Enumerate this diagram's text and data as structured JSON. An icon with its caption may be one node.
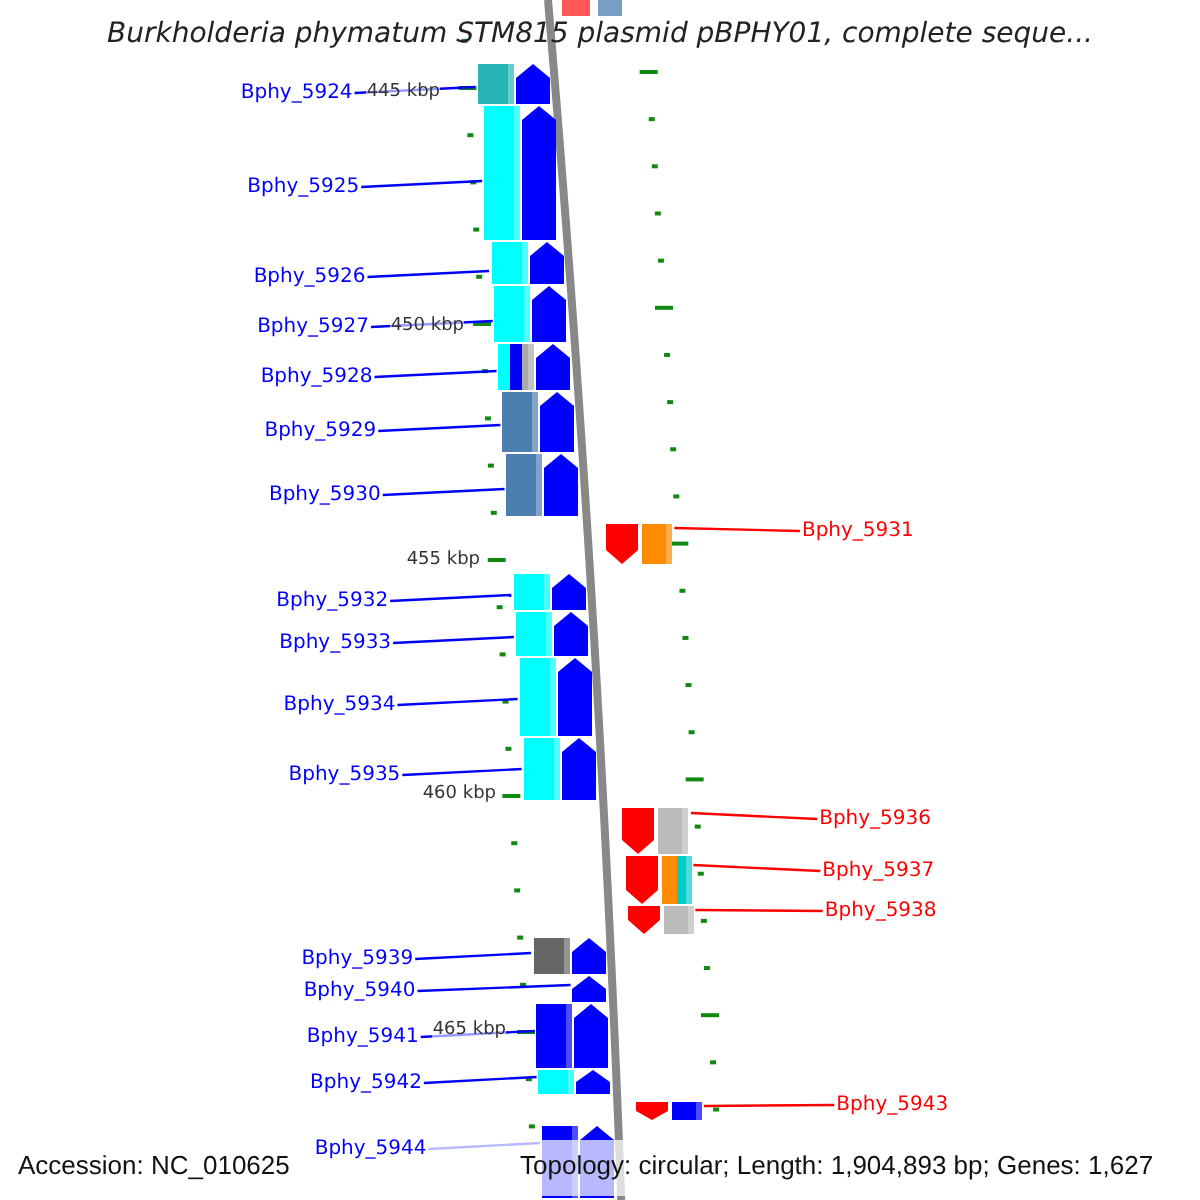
{
  "diagram": {
    "title": "Burkholderia phymatum STM815 plasmid pBPHY01, complete seque...",
    "nodes": [
      {
        "text": [
          "Bphy_5924"
        ]
      },
      {
        "text": [],
        "shape": "bar"
      },
      {
        "text": [
          "Bphy_5925"
        ]
      },
      {
        "text": [],
        "shape": "bar"
      },
      {
        "text": [
          "Bphy_5926"
        ]
      },
      {
        "text": [],
        "shape": "bar"
      },
      {
        "text": [
          "Bphy_5927"
        ]
      },
      {
        "text": [],
        "shape": "bar"
      },
      {
        "text": [
          "Bphy_5928"
        ]
      },
      {
        "text": [],
        "shape": "bar"
      },
      {
        "text": [
          "Bphy_5929"
        ]
      },
      {
        "text": [],
        "shape": "bar"
      },
      {
        "text": [
          "Bphy_5930"
        ]
      },
      {
        "text": [],
        "shape": "bar"
      },
      {
        "text": [
          "Bphy_5931"
        ]
      },
      {
        "text": [],
        "shape": "bar"
      },
      {
        "text": [
          "Bphy_5932"
        ]
      },
      {
        "text": [],
        "shape": "bar"
      },
      {
        "text": [
          "Bphy_5933"
        ]
      },
      {
        "text": [],
        "shape": "bar"
      },
      {
        "text": [
          "Bphy_5934"
        ]
      },
      {
        "text": [],
        "shape": "bar"
      },
      {
        "text": [
          "Bphy_5935"
        ]
      },
      {
        "text": [],
        "shape": "bar"
      },
      {
        "text": [
          "Bphy_5936"
        ]
      },
      {
        "text": [],
        "shape": "bar"
      },
      {
        "text": [
          "Bphy_5937"
        ]
      },
      {
        "text": [],
        "shape": "bar"
      },
      {
        "text": [
          "Bphy_5938"
        ]
      },
      {
        "text": [],
        "shape": "bar"
      },
      {
        "text": [
          "Bphy_5939"
        ]
      },
      {
        "text": [],
        "shape": "bar"
      },
      {
        "text": [
          "Bphy_5940"
        ]
      },
      {
        "text": [],
        "shape": "bar"
      },
      {
        "text": [
          "Bphy_5941"
        ]
      },
      {
        "text": [],
        "shape": "bar"
      },
      {
        "text": [
          "Bphy_5942"
        ]
      },
      {
        "text": [],
        "shape": "bar"
      },
      {
        "text": [
          "Bphy_5943"
        ]
      },
      {
        "text": [],
        "shape": "bar"
      },
      {
        "text": [
          "Bphy_5944"
        ]
      },
      {
        "text": [],
        "shape": "bar"
      }
    ],
    "edges": [
      {
        "from": 0,
        "to": 1,
        "arrow": "none"
      },
      {
        "from": 2,
        "to": 3,
        "arrow": "none"
      },
      {
        "from": 4,
        "to": 5,
        "arrow": "none"
      },
      {
        "from": 6,
        "to": 7,
        "arrow": "none"
      },
      {
        "from": 8,
        "to": 9,
        "arrow": "none"
      },
      {
        "from": 10,
        "to": 11,
        "arrow": "none"
      },
      {
        "from": 12,
        "to": 13,
        "arrow": "none"
      },
      {
        "from": 14,
        "to": 15,
        "arrow": "none",
        "color": "#ff0000"
      },
      {
        "from": 16,
        "to": 17,
        "arrow": "none"
      },
      {
        "from": 18,
        "to": 19,
        "arrow": "none"
      },
      {
        "from": 20,
        "to": 21,
        "arrow": "none"
      },
      {
        "from": 22,
        "to": 23,
        "arrow": "none"
      },
      {
        "from": 24,
        "to": 25,
        "arrow": "none",
        "color": "#ff0000"
      },
      {
        "from": 26,
        "to": 27,
        "arrow": "none",
        "color": "#ff0000"
      },
      {
        "from": 28,
        "to": 29,
        "arrow": "none",
        "color": "#ff0000"
      },
      {
        "from": 30,
        "to": 31,
        "arrow": "none"
      },
      {
        "from": 32,
        "to": 33,
        "arrow": "none"
      },
      {
        "from": 34,
        "to": 35,
        "arrow": "none"
      },
      {
        "from": 36,
        "to": 37,
        "arrow": "none"
      },
      {
        "from": 38,
        "to": 39,
        "arrow": "none",
        "color": "#ff0000"
      },
      {
        "from": 40,
        "to": 41,
        "arrow": "none"
      }
    ],
    "labels": [
      "445 kbp",
      "450 kbp",
      "455 kbp",
      "460 kbp",
      "465 kbp",
      "Accession: NC_010625",
      "Topology: circular; Length: 1,904,893 bp; Genes: 1,627"
    ]
  }
}
